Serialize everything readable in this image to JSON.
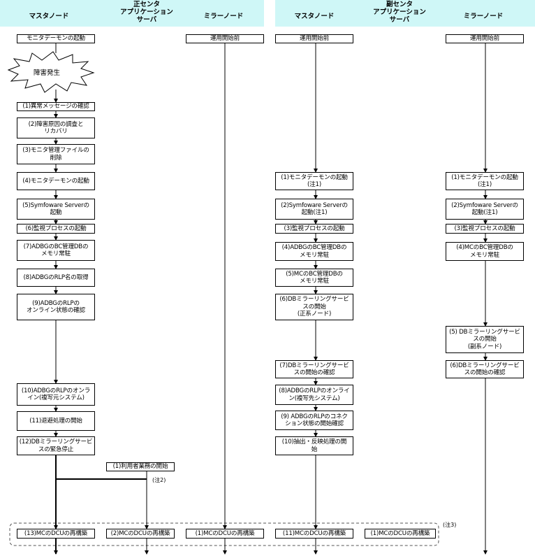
{
  "header": {
    "primary_center": "正センタ",
    "secondary_center": "副センタ",
    "master_node": "マスタノード",
    "app_server": "アプリケーション\nサーバ",
    "mirror_node": "ミラーノード"
  },
  "primary_master": {
    "start_monitor": "モニタデーモンの起動",
    "failure": "障害発生",
    "steps": [
      "(1)異常メッセージの確認",
      "(2)障害原因の調査と\nリカバリ",
      "(3)モニタ管理ファイルの\n削除",
      "(4)モニタデーモンの起動",
      "(5)Symfoware Serverの\n起動",
      "(6)監視プロセスの起動",
      "(7)ADBGのBC管理DBの\nメモリ常駐",
      "(8)ADBGのRLP名の取得",
      "(9)ADBGのRLPの\nオンライン状態の確認",
      "(10)ADBGのRLPのオンラ\nイン(複写元システム)",
      "(11)退避処理の開始",
      "(12)DBミラーリングサービ\nスの緊急停止",
      "(13)MCのDCUの再構築"
    ]
  },
  "primary_app": {
    "steps": [
      "(1)利用者業務の開始",
      "(2)MCのDCUの再構築"
    ]
  },
  "primary_mirror": {
    "before_start": "運用開始前",
    "steps": [
      "(1)MCのDCUの再構築"
    ]
  },
  "secondary_master": {
    "before_start": "運用開始前",
    "steps": [
      "(1)モニタデーモンの起動\n(注1)",
      "(2)Symfoware Serverの\n起動(注1)",
      "(3)監視プロセスの起動",
      "(4)ADBGのBC管理DBの\nメモリ常駐",
      "(5)MCのBC管理DBの\nメモリ常駐",
      "(6)DBミラーリングサービ\nスの開始\n(正系ノード)",
      "(7)DBミラーリングサービ\nスの開始の確認",
      "(8)ADBGのRLPのオンライ\nン(複写先システム)",
      "(9) ADBGのRLPのコネク\nション状態の開始確認",
      "(10)抽出・反映処理の開\n始",
      "(11)MCのDCUの再構築"
    ]
  },
  "secondary_app": {
    "steps": [
      "(1)MCのDCUの再構築"
    ]
  },
  "secondary_mirror": {
    "before_start": "運用開始前",
    "steps": [
      "(1)モニタデーモンの起動\n(注1)",
      "(2)Symfoware Serverの\n起動(注1)",
      "(3)監視プロセスの起動",
      "(4)MCのBC管理DBの\nメモリ常駐",
      "(5) DBミラーリングサービ\nスの開始\n(副系ノード)",
      "(6)DBミラーリングサービ\nスの開始の確認"
    ]
  },
  "notes": {
    "note2": "(注2)",
    "note3": "(注3)"
  }
}
